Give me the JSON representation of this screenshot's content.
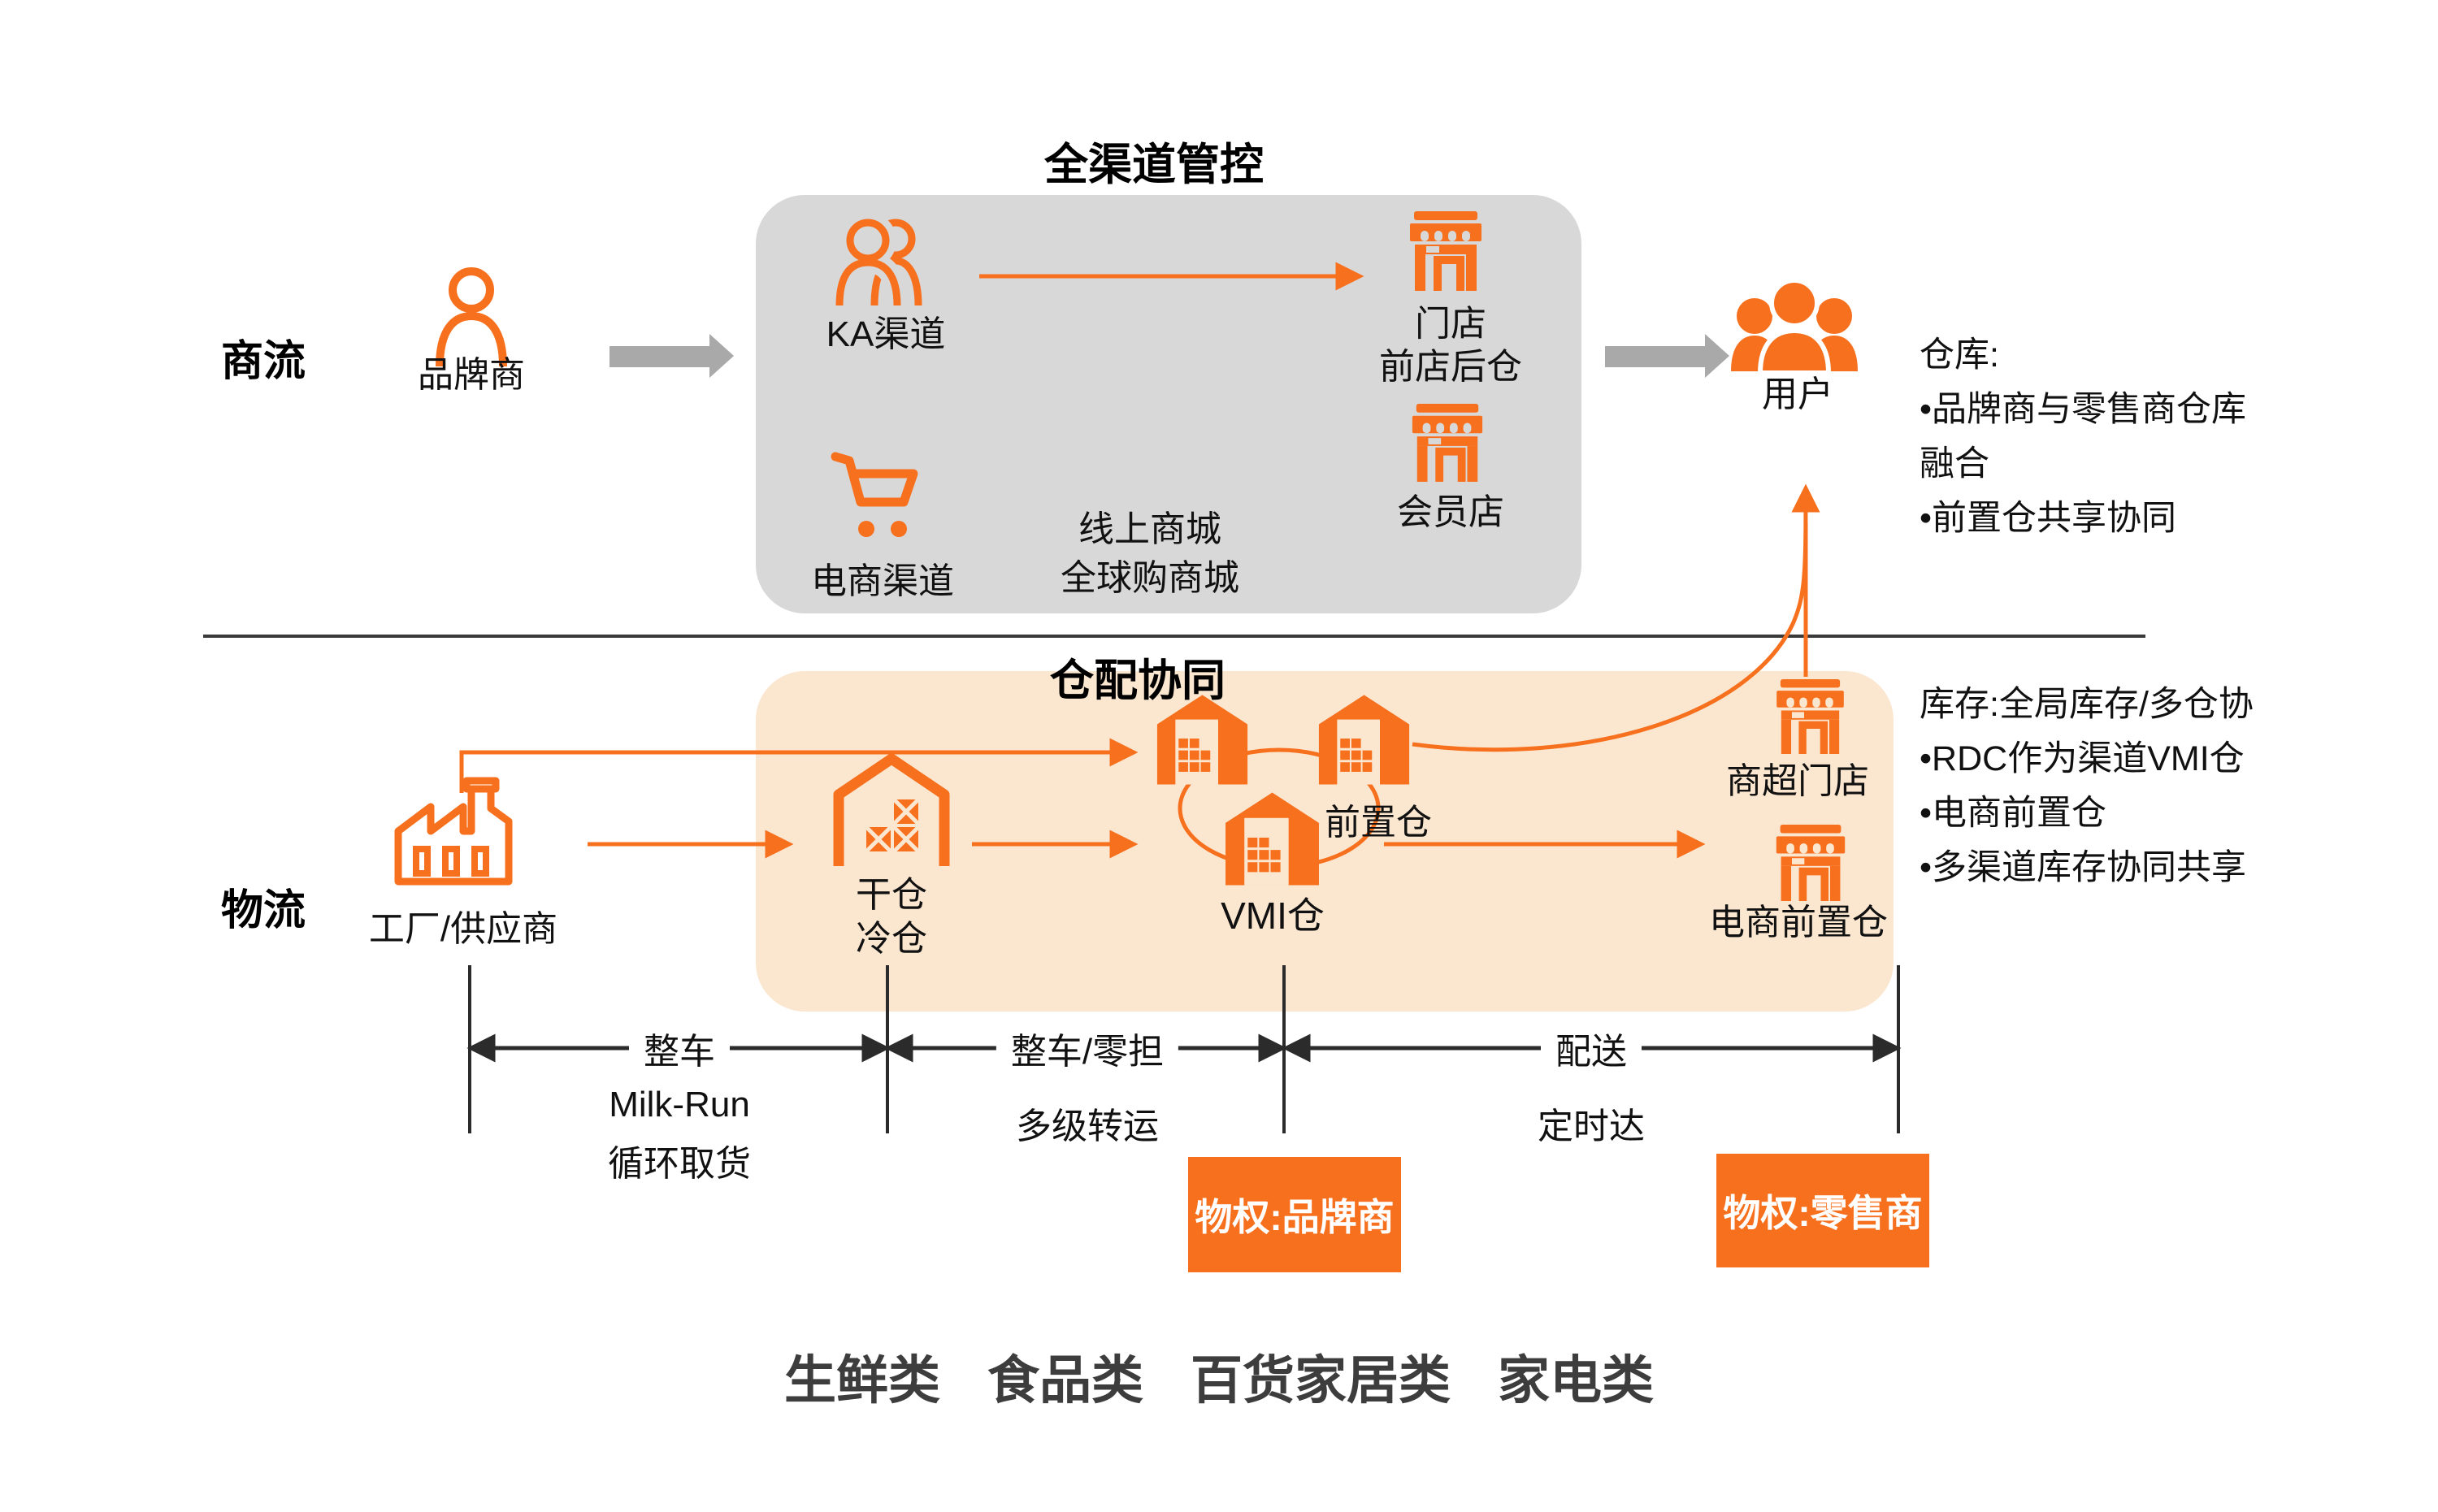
{
  "zones": {
    "commerce_title": "全渠道管控",
    "logistics_title": "仓配协同",
    "commerce_lane": "商流",
    "logistics_lane": "物流"
  },
  "nodes": {
    "brand": "品牌商",
    "ka_channel": "KA渠道",
    "ec_channel": "电商渠道",
    "online_mall_1": "线上商城",
    "online_mall_2": "全球购商城",
    "store_1": "门店",
    "store_2": "前店后仓",
    "member_store": "会员店",
    "users": "用户",
    "factory": "工厂/供应商",
    "dry_wh_1": "干仓",
    "dry_wh_2": "冷仓",
    "front_wh": "前置仓",
    "vmi_wh": "VMI仓",
    "supermarket": "商超门店",
    "ec_front_wh": "电商前置仓"
  },
  "notes": {
    "warehouse": [
      "仓库:",
      "•品牌商与零售商仓库",
      "融合",
      "•前置仓共享协同"
    ],
    "inventory": [
      "库存:全局库存/多仓协",
      "•RDC作为渠道VMI仓",
      "•电商前置仓",
      "•多渠道库存协同共享"
    ]
  },
  "transport": {
    "seg1_on": "整车",
    "seg1_l2": "Milk-Run",
    "seg1_l3": "循环取货",
    "seg2_on": "整车/零担",
    "seg2_l2": "多级转运",
    "seg3_on": "配送",
    "seg3_l2": "定时达"
  },
  "badges": {
    "brand_ownership": "物权:品牌商",
    "retailer_ownership": "物权:零售商"
  },
  "categories": [
    "生鲜类",
    "食品类",
    "百货家居类",
    "家电类"
  ],
  "colors": {
    "orange": "#F7701E",
    "beige_box": "#FBE7D0",
    "gray_box": "#D8D8D8",
    "gray_arrow": "#A9A9A9",
    "text": "#111111",
    "categories_text": "#3D3D3D"
  }
}
